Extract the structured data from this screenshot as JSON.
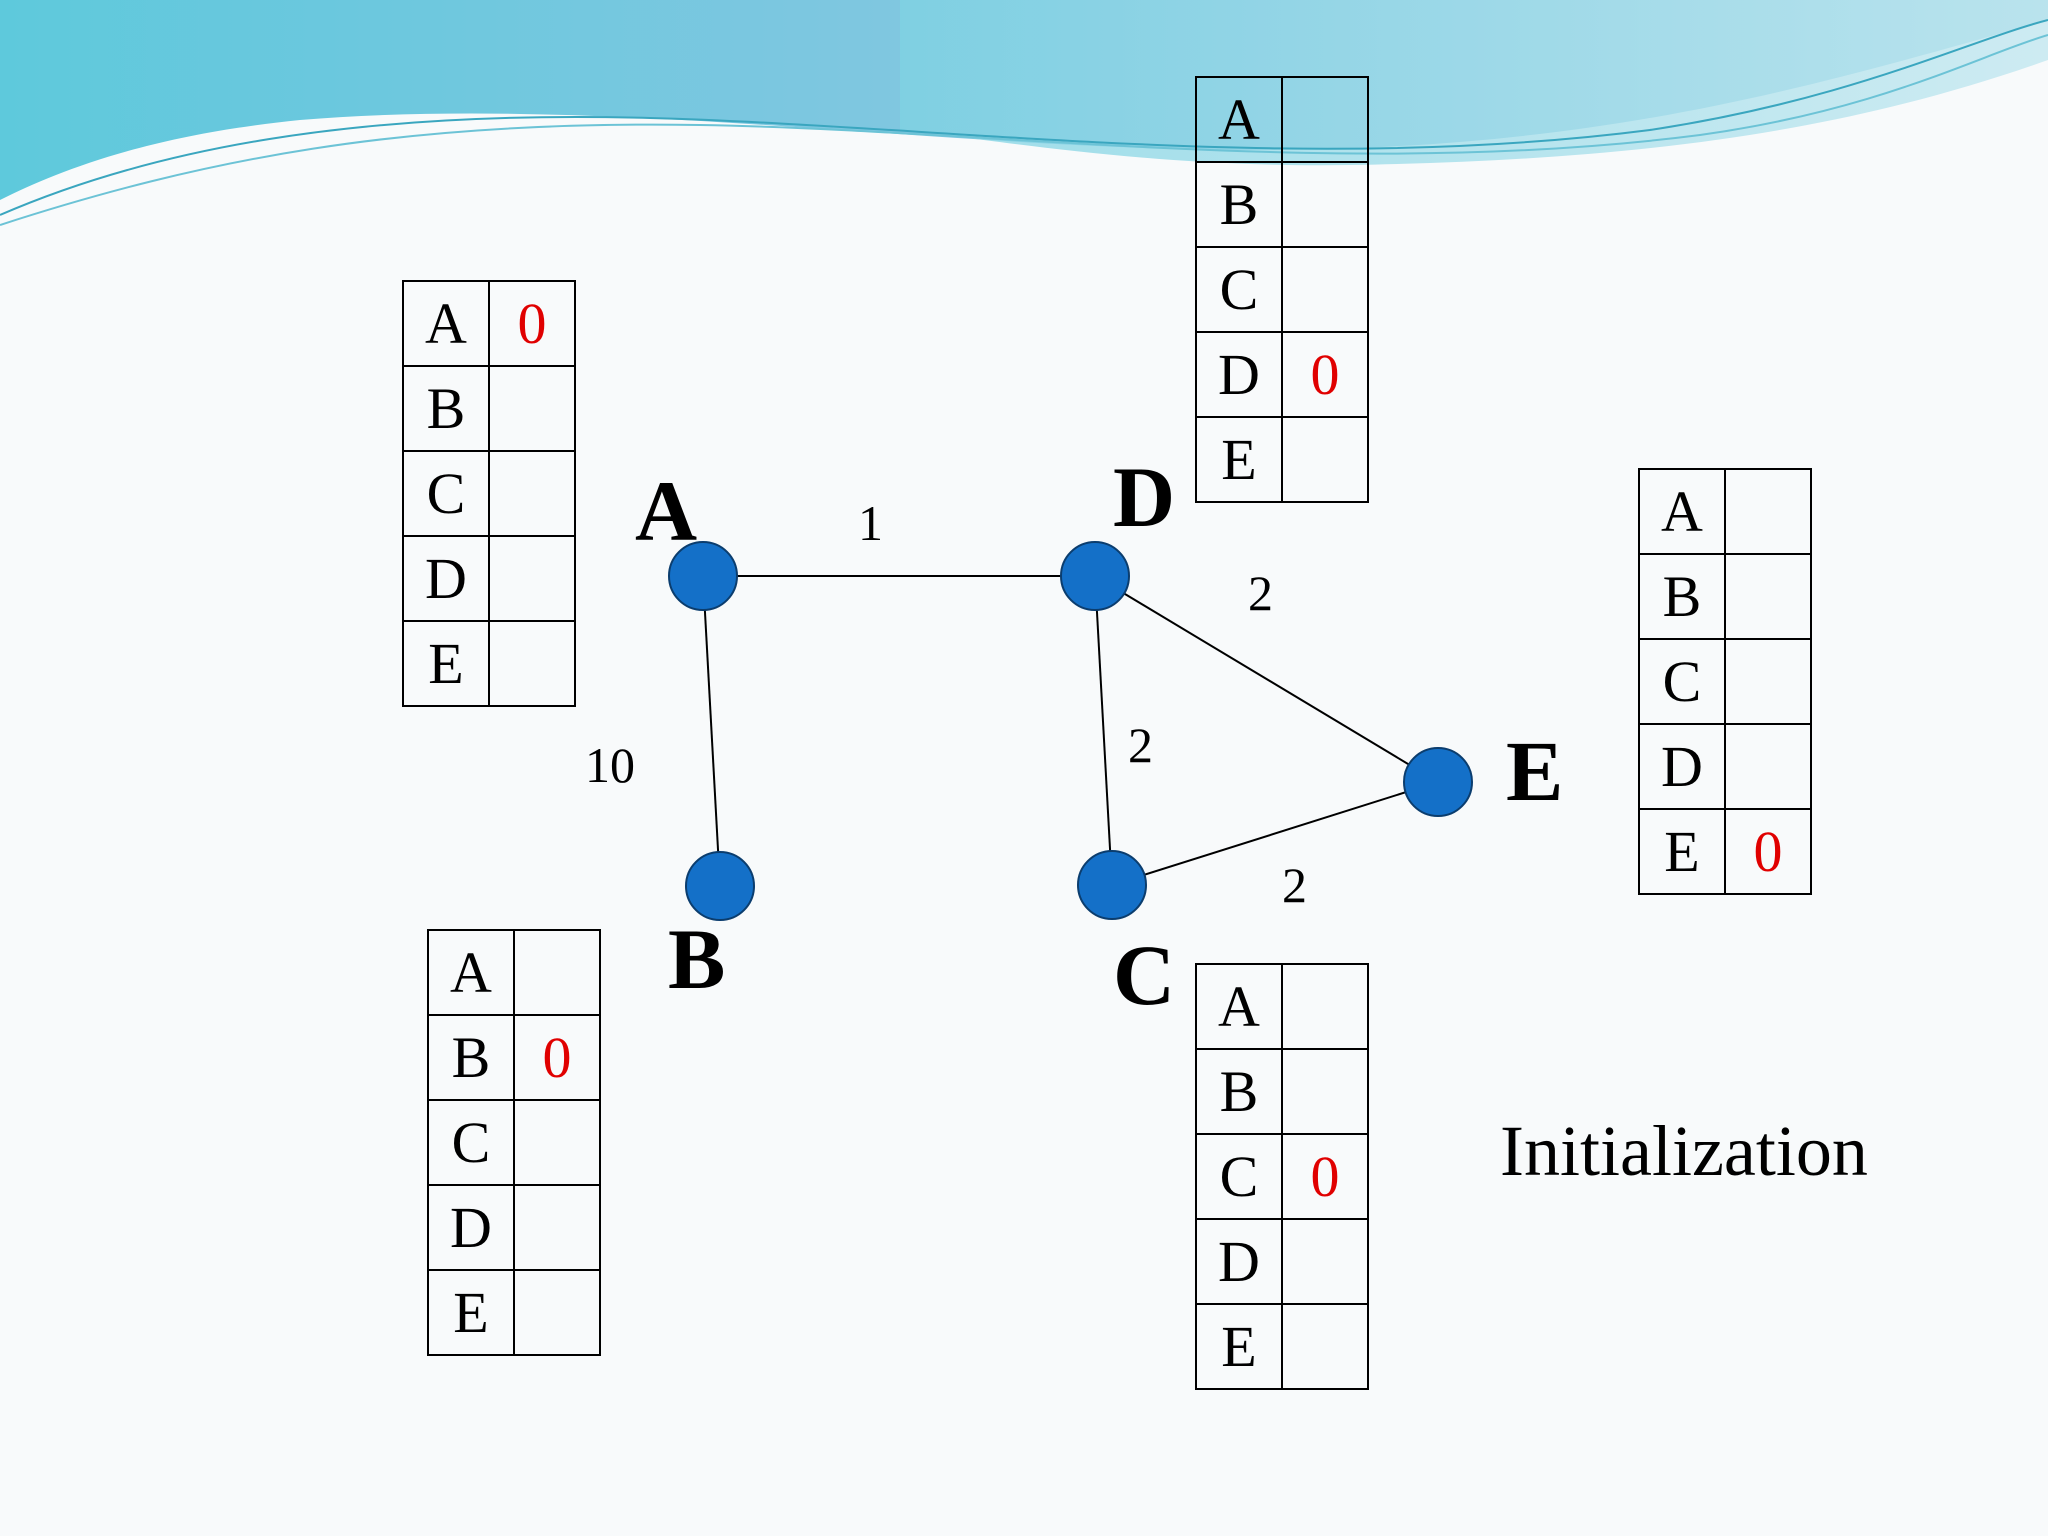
{
  "slide": {
    "title": "Initialization",
    "node_color": "#1470c8",
    "value_color": "#e00000"
  },
  "nodes": [
    {
      "id": "A",
      "label": "A"
    },
    {
      "id": "B",
      "label": "B"
    },
    {
      "id": "C",
      "label": "C"
    },
    {
      "id": "D",
      "label": "D"
    },
    {
      "id": "E",
      "label": "E"
    }
  ],
  "edges": [
    {
      "from": "A",
      "to": "D",
      "weight": "1"
    },
    {
      "from": "A",
      "to": "B",
      "weight": "10"
    },
    {
      "from": "D",
      "to": "E",
      "weight": "2"
    },
    {
      "from": "D",
      "to": "C",
      "weight": "2"
    },
    {
      "from": "C",
      "to": "E",
      "weight": "2"
    }
  ],
  "tables": {
    "A": {
      "rows": [
        {
          "dest": "A",
          "cost": "0"
        },
        {
          "dest": "B",
          "cost": ""
        },
        {
          "dest": "C",
          "cost": ""
        },
        {
          "dest": "D",
          "cost": ""
        },
        {
          "dest": "E",
          "cost": ""
        }
      ]
    },
    "B": {
      "rows": [
        {
          "dest": "A",
          "cost": ""
        },
        {
          "dest": "B",
          "cost": "0"
        },
        {
          "dest": "C",
          "cost": ""
        },
        {
          "dest": "D",
          "cost": ""
        },
        {
          "dest": "E",
          "cost": ""
        }
      ]
    },
    "C": {
      "rows": [
        {
          "dest": "A",
          "cost": ""
        },
        {
          "dest": "B",
          "cost": ""
        },
        {
          "dest": "C",
          "cost": "0"
        },
        {
          "dest": "D",
          "cost": ""
        },
        {
          "dest": "E",
          "cost": ""
        }
      ]
    },
    "D": {
      "rows": [
        {
          "dest": "A",
          "cost": ""
        },
        {
          "dest": "B",
          "cost": ""
        },
        {
          "dest": "C",
          "cost": ""
        },
        {
          "dest": "D",
          "cost": "0"
        },
        {
          "dest": "E",
          "cost": ""
        }
      ]
    },
    "E": {
      "rows": [
        {
          "dest": "A",
          "cost": ""
        },
        {
          "dest": "B",
          "cost": ""
        },
        {
          "dest": "C",
          "cost": ""
        },
        {
          "dest": "D",
          "cost": ""
        },
        {
          "dest": "E",
          "cost": "0"
        }
      ]
    }
  }
}
